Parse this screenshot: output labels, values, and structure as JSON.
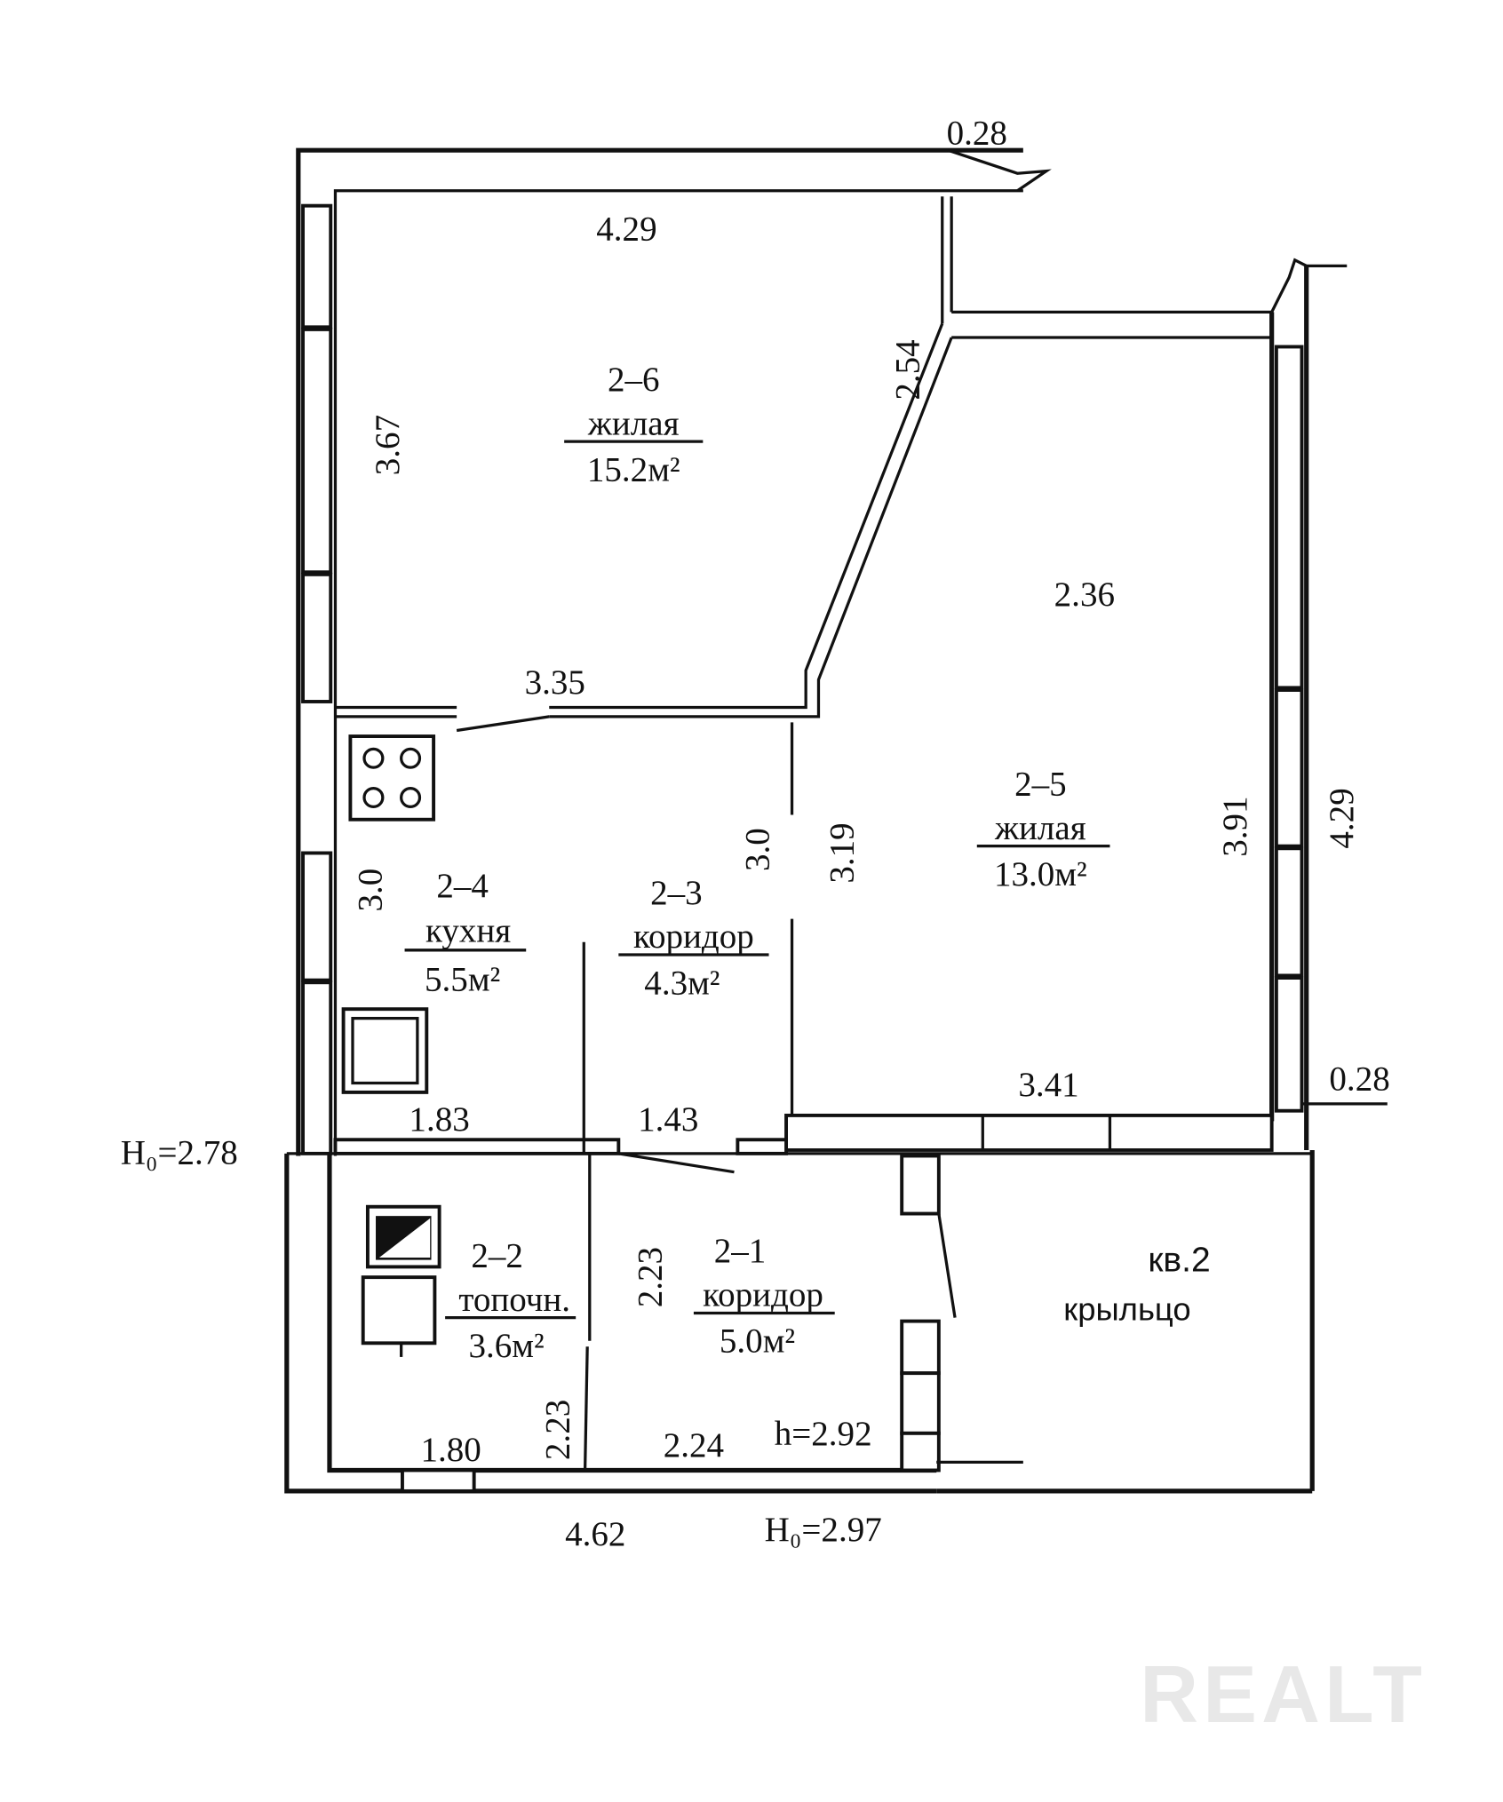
{
  "rooms": [
    {
      "id": "2–6",
      "name": "жилая",
      "area": "15.2м²"
    },
    {
      "id": "2–5",
      "name": "жилая",
      "area": "13.0м²"
    },
    {
      "id": "2–4",
      "name": "кухня",
      "area": "5.5м²"
    },
    {
      "id": "2–3",
      "name": "коридор",
      "area": "4.3м²"
    },
    {
      "id": "2–2",
      "name": "топочн.",
      "area": "3.6м²"
    },
    {
      "id": "2–1",
      "name": "коридор",
      "area": "5.0м²"
    }
  ],
  "porch": {
    "apt": "кв.2",
    "name": "крыльцо"
  },
  "dimensions": {
    "top_wall": "0.28",
    "r26_width": "4.29",
    "r26_left": "3.67",
    "r26_right": "2.54",
    "r25_top": "2.36",
    "r26_bottom": "3.35",
    "r23_right": "3.0",
    "r25_left": "3.19",
    "r25_right": "3.91",
    "outer_right": "4.29",
    "r24_left": "3.0",
    "r25_bottom": "3.41",
    "right_wall": "0.28",
    "r24_bottom": "1.83",
    "r23_bottom": "1.43",
    "r21_left": "2.23",
    "r22_right": "2.23",
    "r22_bottom": "1.80",
    "r21_bottom": "2.24",
    "h_inner": "h=2.92",
    "outer_bottom": "4.62",
    "ho_left": "H₀=2.78",
    "ho_bottom": "H₀=2.97"
  },
  "watermark": "REALT"
}
